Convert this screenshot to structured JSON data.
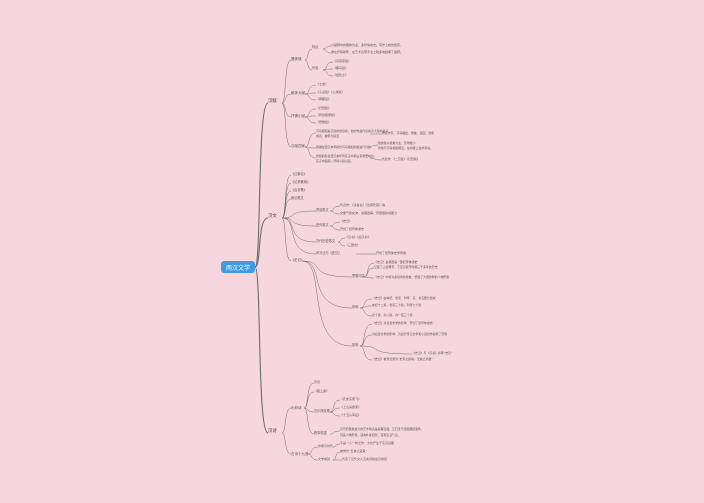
{
  "root": "两汉文学",
  "branches": {
    "xihan": "汉赋",
    "sanwen": "汉文",
    "shige": "汉诗"
  },
  "n": {
    "a1": "骚体赋",
    "a1_1": "特点",
    "a1_1a": "以楚辞中的骚体为主，多抒情言志。写作上模仿屈原，",
    "a1_1b": "重在抒情咏怀，在艺术表现手法上较多地继承了楚辞。",
    "a1_2": "作品",
    "a1_2a": "《吊屈原赋》",
    "a1_2b": "《鵩鸟赋》",
    "a1_2c": "《招隐士》",
    "a2": "散体大赋",
    "a2_1": "《七发》",
    "a2_2": "《子虚赋》《上林赋》",
    "a2_3": "《两都赋》",
    "a3": "抒情小赋",
    "a3_1": "《归田赋》",
    "a3_2": "《刺世疾邪赋》",
    "a3_3": "《登楼赋》",
    "a4": "汉赋四家",
    "a4_1a": "司马相如是汉赋的奠基者，他的作品代表着汉大赋的最高",
    "a4_1b": "成就，被称为赋圣",
    "a4_1n": "著名作家：司马相如、扬雄、班固、张衡",
    "a4_2": "扬雄在西汉末年模仿司马相如的赋进行创作",
    "a4_2n": "他的赋以模拟为主，影响较小",
    "a4_2n2": "风格与司马相如相近，在内容上追求讽谏。",
    "a4_3a": "张衡的赋在西汉末年到东汉中期占有重要地位，",
    "a4_3b": "东汉中后期，抒情小赋兴起。",
    "a4_3n": "代表作：《二京赋》《归田赋》",
    "b1": "《过秦论》",
    "b2": "《论贵粟疏》",
    "b3": "《治安策》",
    "b4": "政论散文",
    "b4_1": "贾谊散文",
    "b4_1a": "代表作：《过秦论》《论积贮疏》等",
    "b4_1b": "文章气势充沛，说理透辟，有很强的说服力",
    "b5": "史传散文",
    "b5_1": "《史记》",
    "b5_2": "开创了纪传体通史",
    "b6": "汉代历史散文",
    "b6_1": "《汉书》《后汉书》",
    "b6_2": "《三国志》",
    "b7": "司马迁与《史记》",
    "b7_n": "开创了纪传体史学传统",
    "b8": "《史记》",
    "b8_1": "思想内容",
    "b8_1a": "《史记》是我国第一部纪传体通史",
    "b8_1b": "记载了上起黄帝、下至汉武帝时期三千多年的历史",
    "b8_1c": "《史记》中有许多优秀的篇章，塑造了大量鲜明的人物形象",
    "b8_2": "体例",
    "b8_2a": "《史记》由本纪、世家、列传、表、书五部分组成",
    "b8_2b": "本纪十二篇，世家三十篇，列传七十篇",
    "b8_2c": "表十篇，书八篇，共一百三十篇",
    "b8_3": "影响",
    "b8_3a": "《史记》对后世史学的影响：开创了纪传体通史",
    "b8_3b": "对后世文学的影响：为后代传记文学和小说创作提供了范例",
    "b8_3c": "《史记》被鲁迅誉为“史家之绝唱，无韵之离骚”",
    "b8_3d": "《史记》与《汉书》并称“史汉”",
    "c1": "乐府诗",
    "c1_1": "乐府",
    "c1_2": "《陌上桑》",
    "c1_3": "汉乐府民歌",
    "c1_3a": "《孔雀东南飞》",
    "c1_3b": "《上山采蘼芜》",
    "c1_3c": "《十五从军征》",
    "c1_4": "叙事性强",
    "c1_4a": "汉乐府民歌最大的艺术特点是叙事性强，它们善于选取典型事件，",
    "c1_4b": "刻画人物形象，语言朴素自然，富有生活气息。",
    "c2": "古诗十九首",
    "c2_1": "作者与时代",
    "c2_1a": "不是一人一时之作，大约产生于东汉后期",
    "c2_2": "文学成就",
    "c2_2a": "被誉为“五言之冠冕”",
    "c2_2b": "代表了汉代文人五言诗的最高成就"
  }
}
